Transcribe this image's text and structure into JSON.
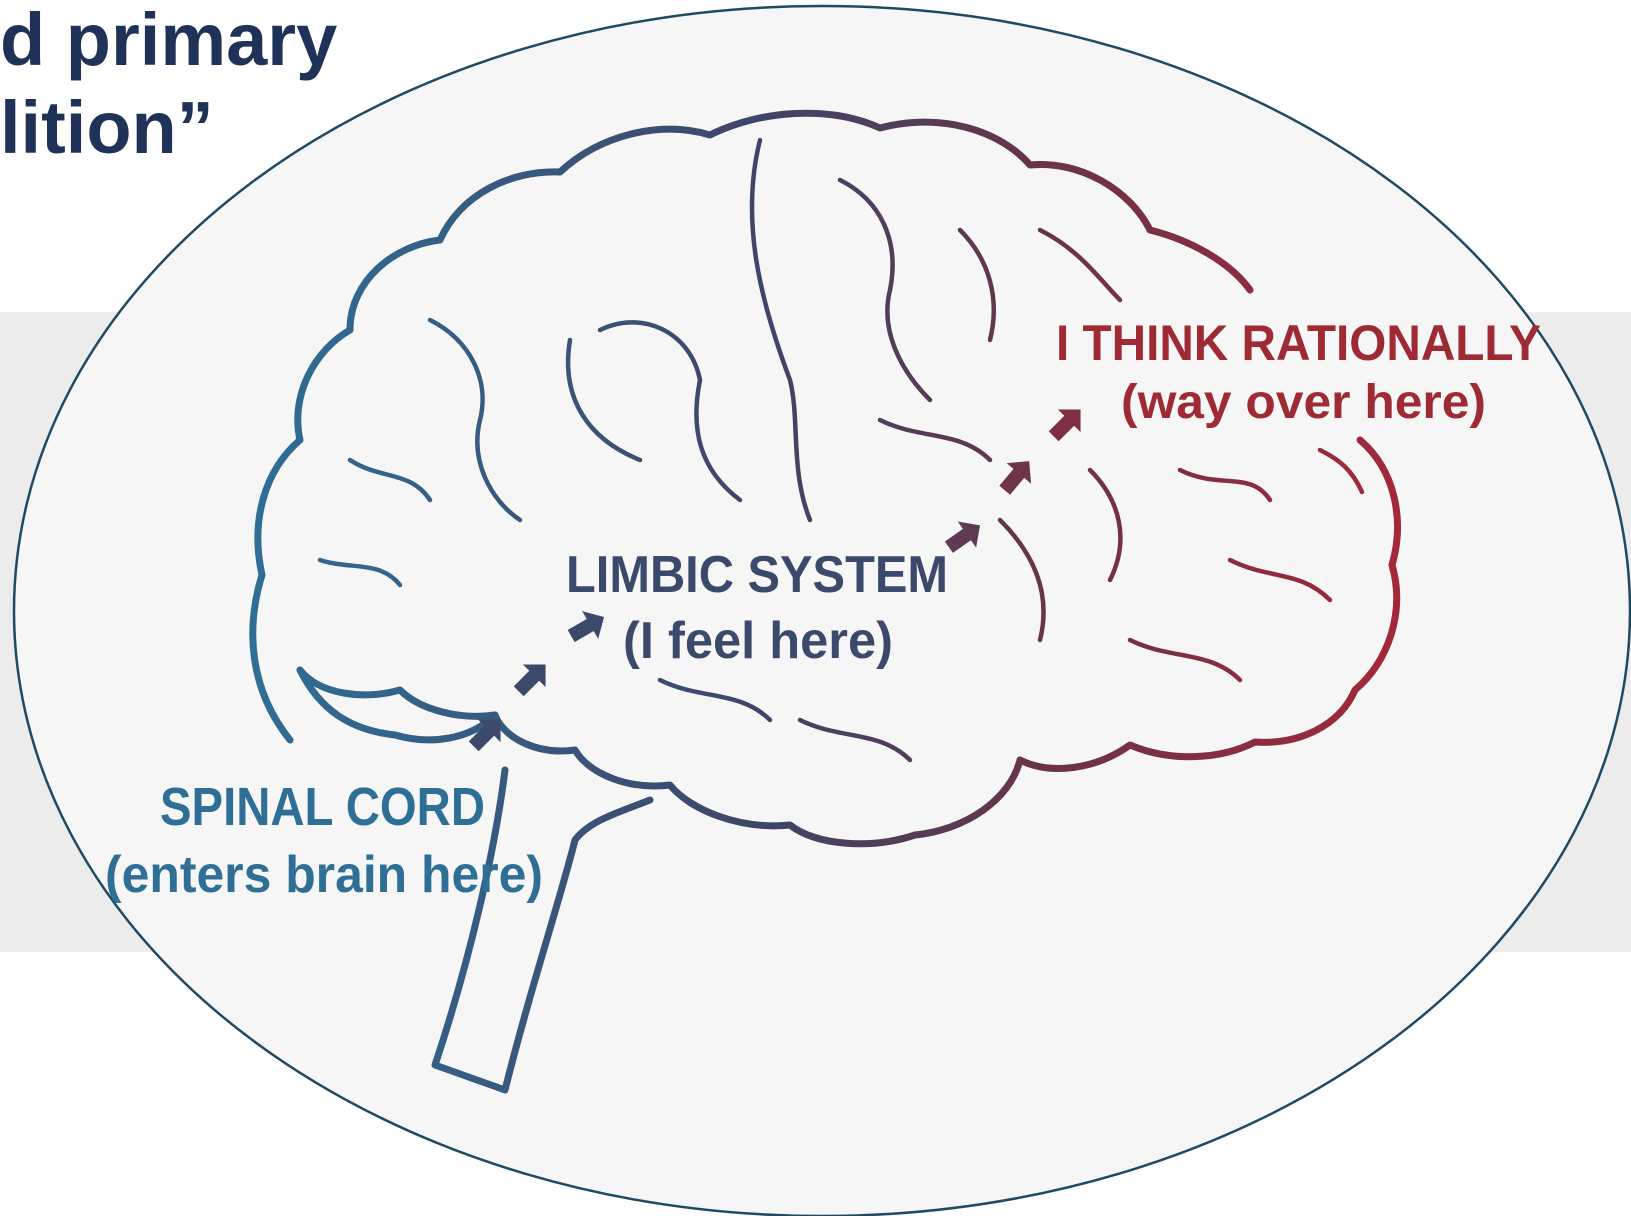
{
  "slide": {
    "title_lines": [
      "d primary",
      "lition”"
    ]
  },
  "diagram": {
    "labels": {
      "rational_title": "I THINK RATIONALLY",
      "rational_sub": "(way over here)",
      "limbic_title": "LIMBIC SYSTEM",
      "limbic_sub": "(I feel here)",
      "spinal_title": "SPINAL CORD",
      "spinal_sub": "(enters brain here)"
    },
    "colors": {
      "blue": "#2f6f96",
      "slate": "#3b4a6b",
      "plum": "#5e3a55",
      "red": "#9e2a33",
      "title_navy": "#1f3358",
      "ellipse_stroke": "#1f4a63",
      "band_gray": "#ececed",
      "circle_fill": "#f6f6f6"
    }
  }
}
